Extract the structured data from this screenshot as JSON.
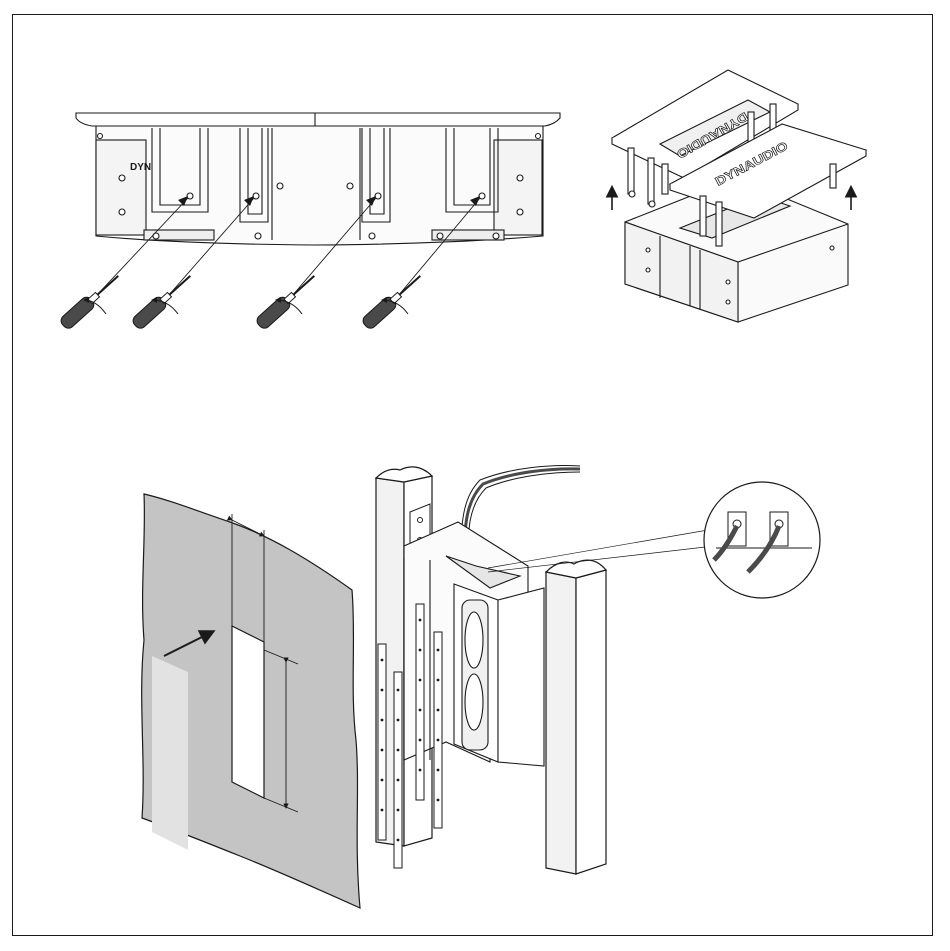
{
  "figure": {
    "brand_front": "DYN",
    "brand_lid_upper": "DYNAUDIO",
    "brand_lid_lower": "DYNAUDIO"
  },
  "colors": {
    "line": "#1a1a1a",
    "wall": "#c4c4c4",
    "panel": "#e2e2e2",
    "stud": "#f2f2f2",
    "handle": "#4a4a4a"
  },
  "icons": [
    "screwdriver-icon",
    "rotation-arrow-icon",
    "lift-arrow-icon",
    "insert-arrow-icon",
    "magnifier-detail-icon"
  ]
}
